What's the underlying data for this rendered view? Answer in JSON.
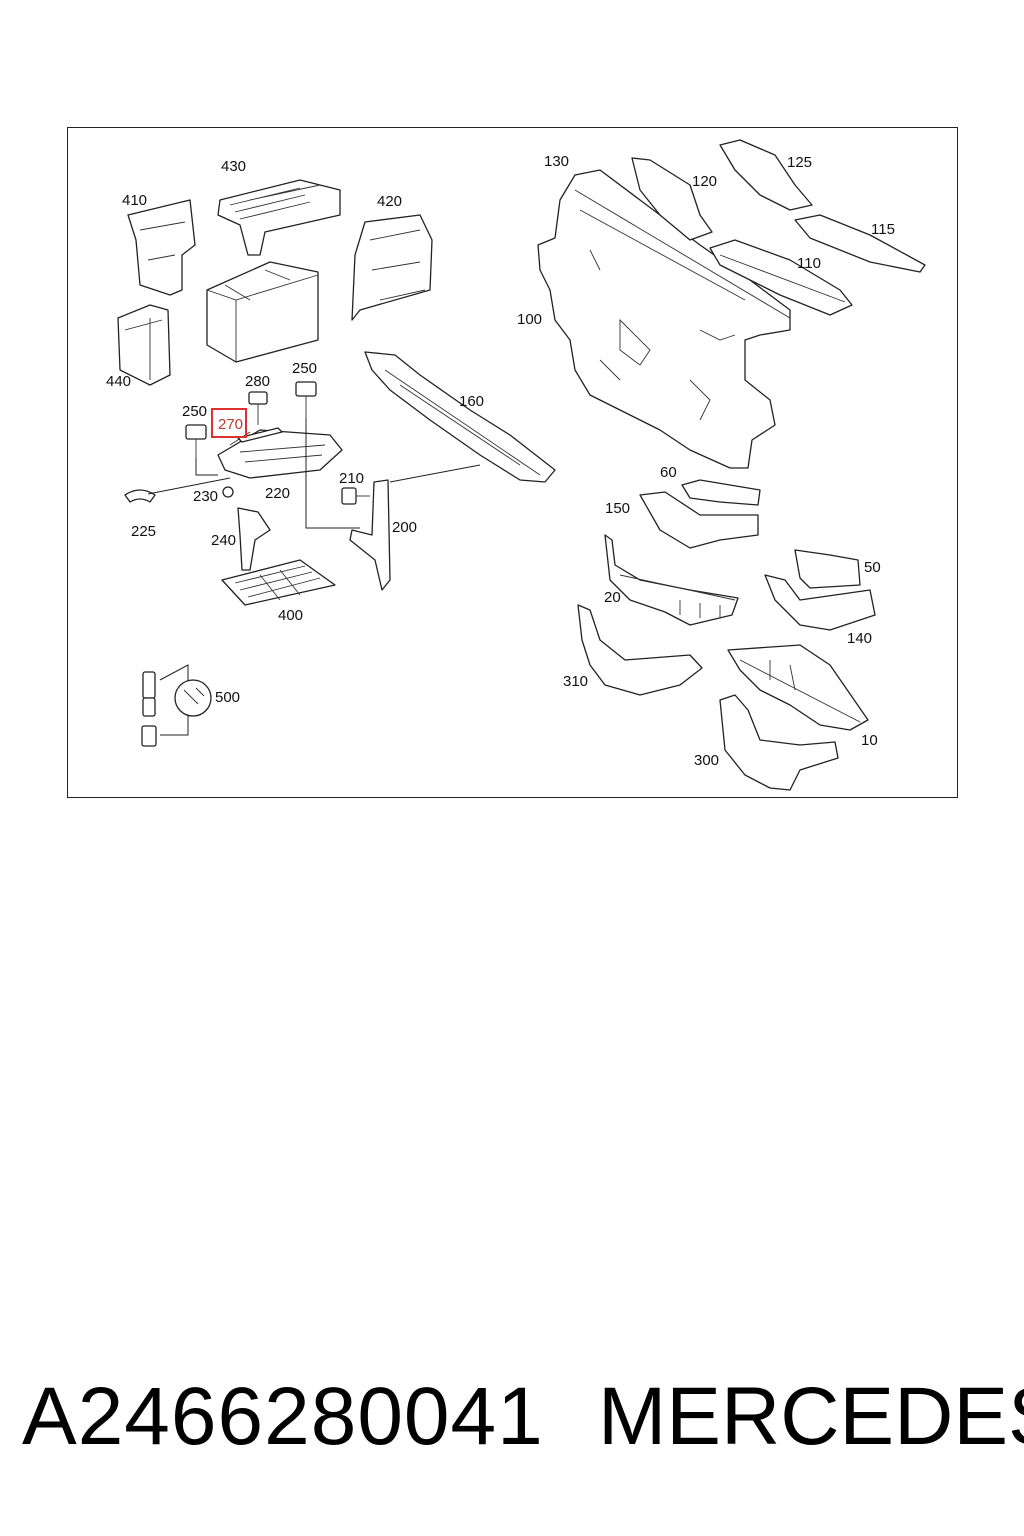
{
  "diagram": {
    "highlighted_part": "270",
    "labels": {
      "p10": "10",
      "p20": "20",
      "p50": "50",
      "p60": "60",
      "p100": "100",
      "p110": "110",
      "p115": "115",
      "p120": "120",
      "p125": "125",
      "p130": "130",
      "p140": "140",
      "p150": "150",
      "p160": "160",
      "p200": "200",
      "p210": "210",
      "p220": "220",
      "p225": "225",
      "p230": "230",
      "p240": "240",
      "p250a": "250",
      "p250b": "250",
      "p270": "270",
      "p280": "280",
      "p300": "300",
      "p310": "310",
      "p400": "400",
      "p410": "410",
      "p420": "420",
      "p430": "430",
      "p440": "440",
      "p500": "500"
    },
    "highlight_color": "#e0312f"
  },
  "footer": {
    "part_number": "A2466280041",
    "brand": "MERCEDES"
  }
}
